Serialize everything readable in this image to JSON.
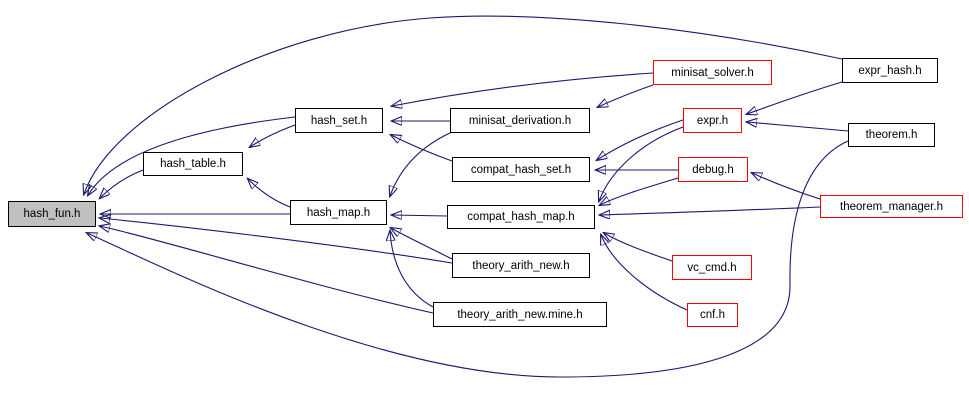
{
  "diagram": {
    "title": "hash_fun.h include dependency graph",
    "type": "dependency-graph",
    "root": "hash_fun.h",
    "colors": {
      "edge": "#191970",
      "node_border": "#000000",
      "highlight_border": "#ff0000",
      "root_fill": "#c0c0c0",
      "node_fill": "#ffffff"
    },
    "nodes": [
      {
        "id": "hash-fun-h",
        "label": "hash_fun.h",
        "style": "root"
      },
      {
        "id": "hash-table-h",
        "label": "hash_table.h",
        "style": "black"
      },
      {
        "id": "hash-set-h",
        "label": "hash_set.h",
        "style": "black"
      },
      {
        "id": "hash-map-h",
        "label": "hash_map.h",
        "style": "black"
      },
      {
        "id": "minisat-derivation-h",
        "label": "minisat_derivation.h",
        "style": "black"
      },
      {
        "id": "compat-hash-set-h",
        "label": "compat_hash_set.h",
        "style": "black"
      },
      {
        "id": "compat-hash-map-h",
        "label": "compat_hash_map.h",
        "style": "black"
      },
      {
        "id": "theory-arith-new-h",
        "label": "theory_arith_new.h",
        "style": "black"
      },
      {
        "id": "theory-arith-new-mine-h",
        "label": "theory_arith_new.mine.h",
        "style": "black"
      },
      {
        "id": "minisat-solver-h",
        "label": "minisat_solver.h",
        "style": "red"
      },
      {
        "id": "expr-hash-h",
        "label": "expr_hash.h",
        "style": "black"
      },
      {
        "id": "expr-h",
        "label": "expr.h",
        "style": "red"
      },
      {
        "id": "theorem-h",
        "label": "theorem.h",
        "style": "black"
      },
      {
        "id": "debug-h",
        "label": "debug.h",
        "style": "red"
      },
      {
        "id": "theorem-manager-h",
        "label": "theorem_manager.h",
        "style": "red"
      },
      {
        "id": "vc-cmd-h",
        "label": "vc_cmd.h",
        "style": "red"
      },
      {
        "id": "cnf-h",
        "label": "cnf.h",
        "style": "red"
      }
    ],
    "edges": [
      {
        "from": "hash_table.h",
        "to": "hash_fun.h"
      },
      {
        "from": "hash_map.h",
        "to": "hash_fun.h"
      },
      {
        "from": "hash_map.h",
        "to": "hash_table.h"
      },
      {
        "from": "hash_set.h",
        "to": "hash_table.h"
      },
      {
        "from": "hash_set.h",
        "to": "hash_fun.h"
      },
      {
        "from": "expr_hash.h",
        "to": "hash_fun.h"
      },
      {
        "from": "theorem.h",
        "to": "hash_fun.h"
      },
      {
        "from": "theory_arith_new.h",
        "to": "hash_fun.h"
      },
      {
        "from": "theory_arith_new.mine.h",
        "to": "hash_fun.h"
      },
      {
        "from": "minisat_solver.h",
        "to": "hash_set.h"
      },
      {
        "from": "minisat_derivation.h",
        "to": "hash_set.h"
      },
      {
        "from": "compat_hash_set.h",
        "to": "hash_set.h"
      },
      {
        "from": "minisat_solver.h",
        "to": "minisat_derivation.h"
      },
      {
        "from": "minisat_derivation.h",
        "to": "hash_map.h"
      },
      {
        "from": "compat_hash_map.h",
        "to": "hash_map.h"
      },
      {
        "from": "theory_arith_new.h",
        "to": "hash_map.h"
      },
      {
        "from": "theory_arith_new.mine.h",
        "to": "hash_map.h"
      },
      {
        "from": "expr.h",
        "to": "compat_hash_set.h"
      },
      {
        "from": "debug.h",
        "to": "compat_hash_set.h"
      },
      {
        "from": "expr.h",
        "to": "compat_hash_map.h"
      },
      {
        "from": "debug.h",
        "to": "compat_hash_map.h"
      },
      {
        "from": "theorem_manager.h",
        "to": "compat_hash_map.h"
      },
      {
        "from": "vc_cmd.h",
        "to": "compat_hash_map.h"
      },
      {
        "from": "cnf.h",
        "to": "compat_hash_map.h"
      },
      {
        "from": "expr_hash.h",
        "to": "expr.h"
      },
      {
        "from": "theorem.h",
        "to": "expr.h"
      },
      {
        "from": "theorem_manager.h",
        "to": "debug.h"
      }
    ]
  }
}
